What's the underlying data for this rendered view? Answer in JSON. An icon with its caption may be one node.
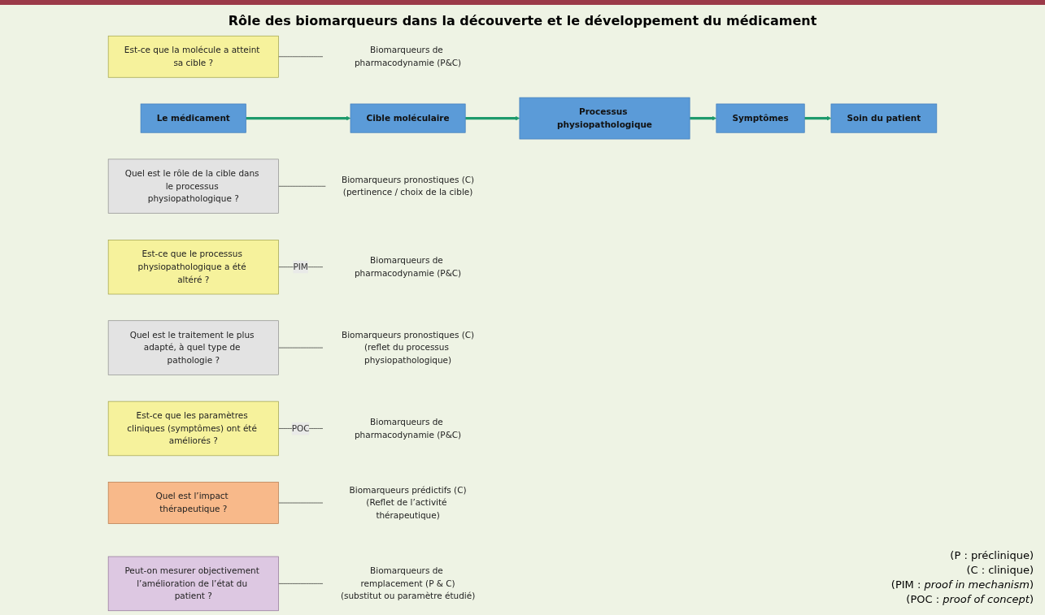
{
  "diagram": {
    "title": "Rôle des biomarqueurs dans la découverte et le développement du médicament",
    "nodes": [
      {
        "text": [
          "Le médicament"
        ]
      },
      {
        "text": [
          "Est-ce que la molécule a atteint sa cible ?"
        ]
      },
      {
        "text": [
          "Biomarqueurs de pharmacodynamie (P&C)"
        ]
      },
      {
        "text": [
          "Cible moléculaire"
        ]
      },
      {
        "text": [
          "Quel est le rôle de la cible dans le processus physiopathologique ?"
        ]
      },
      {
        "text": [
          "Biomarqueurs pronostiques (C)",
          "(pertinence / choix de la cible)"
        ]
      },
      {
        "text": [
          "Est-ce que le processus physiopathologique a été altéré ?"
        ]
      },
      {
        "text": [
          "Biomarqueurs de pharmacodynamie (P&C)"
        ]
      },
      {
        "text": [
          "Processus physiopathologique"
        ]
      },
      {
        "text": [
          "Quel est le traitement le plus adapté, à quel type de pathologie ?"
        ]
      },
      {
        "text": [
          "Biomarqueurs pronostiques (C)",
          "(reflet du processus physiopathologique)"
        ]
      },
      {
        "text": [
          "Est-ce que les paramètres cliniques (symptômes) ont été améliorés ?"
        ]
      },
      {
        "text": [
          "Biomarqueurs de pharmacodynamie (P&C)"
        ]
      },
      {
        "text": [
          "Symptômes"
        ]
      },
      {
        "text": [
          "Quel est l’impact thérapeutique ?"
        ]
      },
      {
        "text": [
          "Biomarqueurs prédictifs (C)",
          "(Reflet de l’activité thérapeutique)"
        ]
      },
      {
        "text": [
          "Peut-on mesurer objectivement l’amélioration de l’état du patient ?"
        ]
      },
      {
        "text": [
          "Biomarqueurs de remplacement (P & C)",
          "(substitut ou paramètre étudié)"
        ]
      },
      {
        "text": [
          "Soin du patient"
        ]
      }
    ],
    "edges": [
      {
        "from": 0,
        "to": 3,
        "arrow": "to",
        "style": "thick",
        "color": "#1e9a6c"
      },
      {
        "from": 3,
        "to": 8,
        "arrow": "to",
        "style": "thick",
        "color": "#1e9a6c"
      },
      {
        "from": 8,
        "to": 13,
        "arrow": "to",
        "style": "thick",
        "color": "#1e9a6c"
      },
      {
        "from": 13,
        "to": 18,
        "arrow": "to",
        "style": "thick",
        "color": "#1e9a6c"
      },
      {
        "from": 1,
        "to": 2,
        "arrow": "none"
      },
      {
        "from": 4,
        "to": 5,
        "arrow": "none"
      },
      {
        "from": 6,
        "to": 7,
        "arrow": "none",
        "label": "PIM"
      },
      {
        "from": 9,
        "to": 10,
        "arrow": "none"
      },
      {
        "from": 11,
        "to": 12,
        "arrow": "none",
        "label": "POC"
      },
      {
        "from": 14,
        "to": 15,
        "arrow": "none"
      },
      {
        "from": 16,
        "to": 17,
        "arrow": "none"
      }
    ],
    "labels": [
      "(P : préclinique)",
      "(C : clinique)",
      "(PIM : *proof in mechanism*)",
      "(POC : *proof of concept*)"
    ]
  }
}
